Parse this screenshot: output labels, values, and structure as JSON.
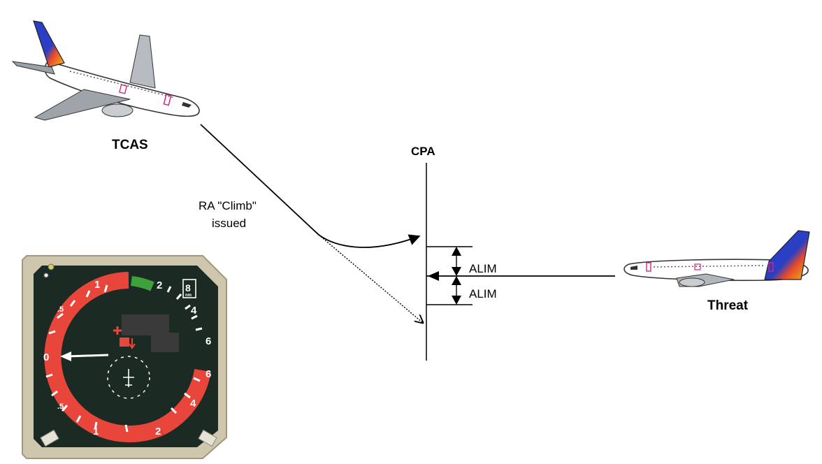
{
  "labels": {
    "tcas": "TCAS",
    "cpa": "CPA",
    "threat": "Threat",
    "ra_line1": "RA \"Climb\"",
    "ra_line2": "issued",
    "alim_upper": "ALIM",
    "alim_lower": "ALIM"
  },
  "vsi": {
    "range_label": "8",
    "range_unit": "nm",
    "scale_zero": "0",
    "scale_left_upper_half": ".5",
    "scale_left_upper_one": "1",
    "scale_left_lower_half": ".5",
    "scale_left_lower_one": "1",
    "scale_right_upper_two": "2",
    "scale_right_upper_four": "4",
    "scale_right_upper_six": "6",
    "scale_right_lower_two": "2",
    "scale_right_lower_four": "4",
    "scale_right_lower_six": "6",
    "colors": {
      "bezel": "#cfc7ad",
      "face": "#1c2a24",
      "red_arc": "#e8463a",
      "green_arc": "#3ea23a",
      "needle": "#ffffff"
    }
  },
  "icons": {
    "tcas_aircraft": "airliner-icon",
    "threat_aircraft": "airliner-icon"
  }
}
